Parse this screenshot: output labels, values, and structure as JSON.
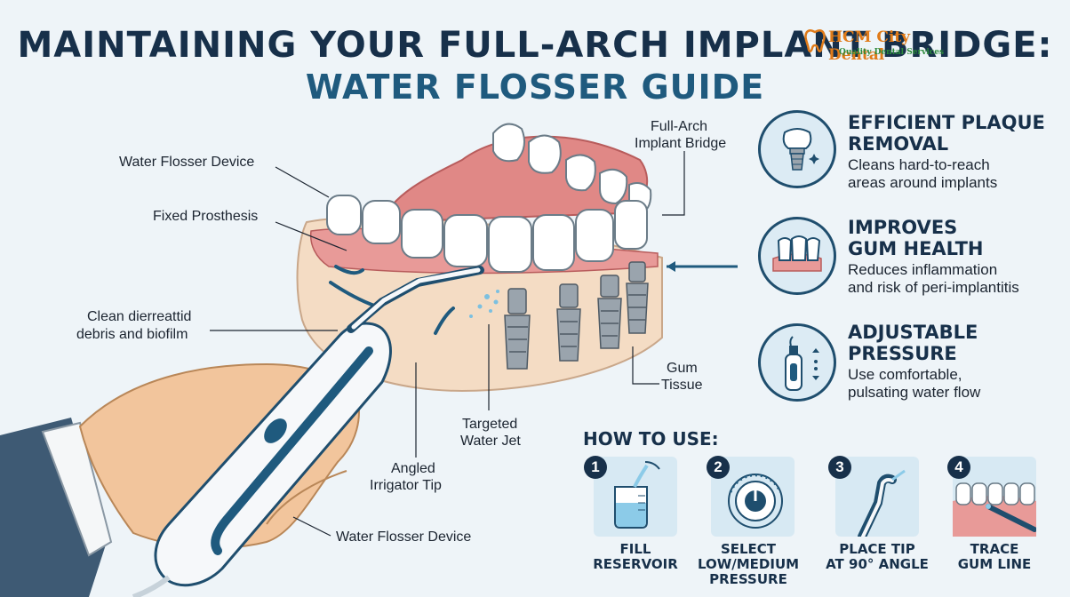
{
  "header": {
    "title_line1": "MAINTAINING YOUR FULL-ARCH IMPLANT BRIDGE:",
    "title_line2": "WATER FLOSSER GUIDE"
  },
  "logo": {
    "name": "HCM City Dental",
    "tagline": "Quality Dental Services"
  },
  "labels": {
    "water_flosser_device_top": "Water Flosser Device",
    "fixed_prosthesis": "Fixed Prosthesis",
    "clean_debris_line1": "Clean dierreattid",
    "clean_debris_line2": "debris and biofilm",
    "full_arch_line1": "Full-Arch",
    "full_arch_line2": "Implant Bridge",
    "gum_tissue_line1": "Gum",
    "gum_tissue_line2": "Tissue",
    "targeted_jet_line1": "Targeted",
    "targeted_jet_line2": "Water Jet",
    "angled_tip_line1": "Angled",
    "angled_tip_line2": "Irrigator Tip",
    "water_flosser_device_bottom": "Water Flosser Device"
  },
  "benefits": [
    {
      "head1": "EFFICIENT PLAQUE",
      "head2": "REMOVAL",
      "desc1": "Cleans hard-to-reach",
      "desc2": "areas around implants",
      "icon": "implant-icon"
    },
    {
      "head1": "IMPROVES",
      "head2": "GUM HEALTH",
      "desc1": "Reduces inflammation",
      "desc2": "and risk of peri-implantitis",
      "icon": "gum-tooth-icon"
    },
    {
      "head1": "ADJUSTABLE",
      "head2": "PRESSURE",
      "desc1": "Use comfortable,",
      "desc2": "pulsating water flow",
      "icon": "flosser-icon"
    }
  ],
  "howto": {
    "title": "HOW TO USE:",
    "steps": [
      {
        "num": "1",
        "line1": "FILL",
        "line2": "RESERVOIR",
        "line3": "",
        "icon": "reservoir-icon"
      },
      {
        "num": "2",
        "line1": "SELECT",
        "line2": "LOW/MEDIUM",
        "line3": "PRESSURE",
        "icon": "dial-icon"
      },
      {
        "num": "3",
        "line1": "PLACE TIP",
        "line2": "AT 90° ANGLE",
        "line3": "",
        "icon": "tip-icon"
      },
      {
        "num": "4",
        "line1": "TRACE",
        "line2": "GUM LINE",
        "line3": "",
        "icon": "gumline-icon"
      }
    ]
  },
  "colors": {
    "background": "#eef4f8",
    "navy": "#17304a",
    "teal": "#1f5a7e",
    "gum": "#e89a98",
    "tooth": "#ffffff"
  }
}
